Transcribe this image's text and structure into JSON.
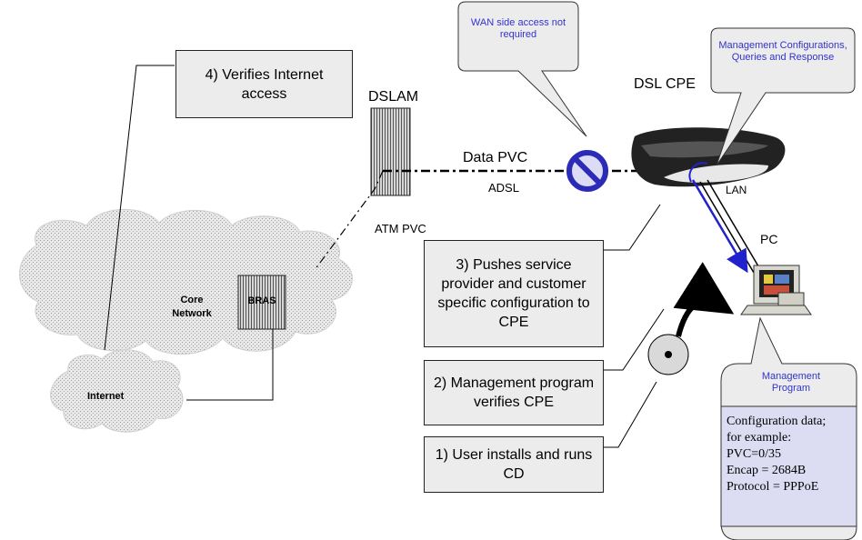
{
  "callouts": {
    "wan": "WAN side access not required",
    "management": "Management Configurations, Queries and Response",
    "program": "Management Program"
  },
  "labels": {
    "dslam": "DSLAM",
    "dsl_cpe": "DSL CPE",
    "data_pvc": "Data PVC",
    "adsl": "ADSL",
    "atm_pvc": "ATM PVC",
    "lan": "LAN",
    "pc": "PC",
    "core_network": "Core Network",
    "bras": "BRAS",
    "internet": "Internet"
  },
  "steps": {
    "step4": "4) Verifies Internet access",
    "step3": "3) Pushes service provider and customer specific configuration to CPE",
    "step2": "2) Management program verifies CPE",
    "step1": "1) User installs and runs CD"
  },
  "config": {
    "lines": [
      "Configuration data;",
      "for example:",
      "PVC=0/35",
      "Encap = 2684B",
      "Protocol = PPPoE"
    ]
  },
  "colors": {
    "callout_text": "#3333cc",
    "arrow_blue": "#2222cc",
    "step_box_fill": "#ececec",
    "config_fill": "#dcdcf2",
    "no_sign": "#2b2bb8"
  }
}
